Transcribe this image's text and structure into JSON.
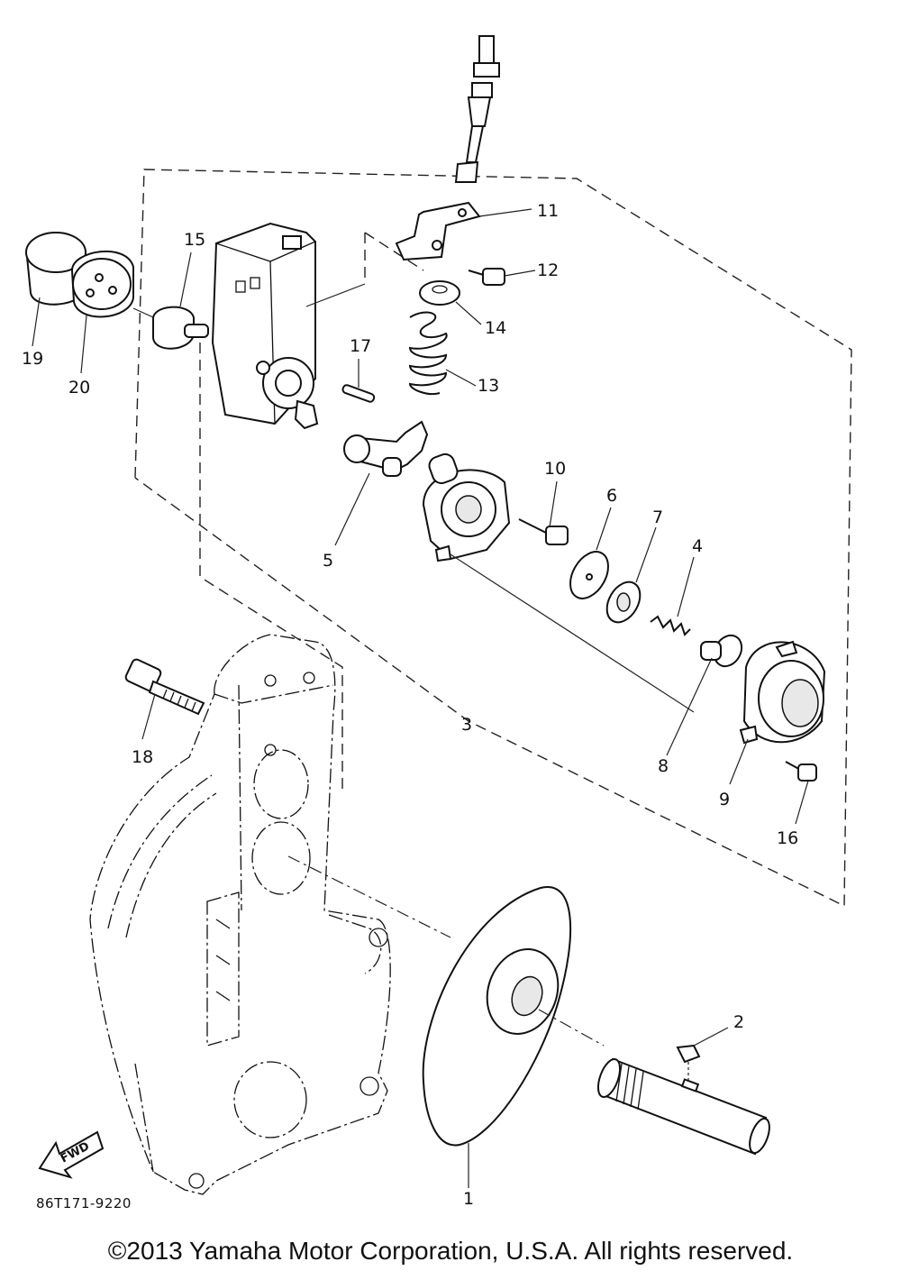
{
  "diagram": {
    "drawing_code": "86T171-9220",
    "fwd_label": "FWD",
    "copyright": "©2013 Yamaha Motor Corporation, U.S.A. All rights reserved.",
    "callouts": {
      "c1": "1",
      "c2": "2",
      "c3": "3",
      "c4": "4",
      "c5": "5",
      "c6": "6",
      "c7": "7",
      "c8": "8",
      "c9": "9",
      "c10": "10",
      "c11": "11",
      "c12": "12",
      "c13": "13",
      "c14": "14",
      "c15": "15",
      "c16": "16",
      "c17": "17",
      "c18": "18",
      "c19": "19",
      "c20": "20"
    }
  }
}
